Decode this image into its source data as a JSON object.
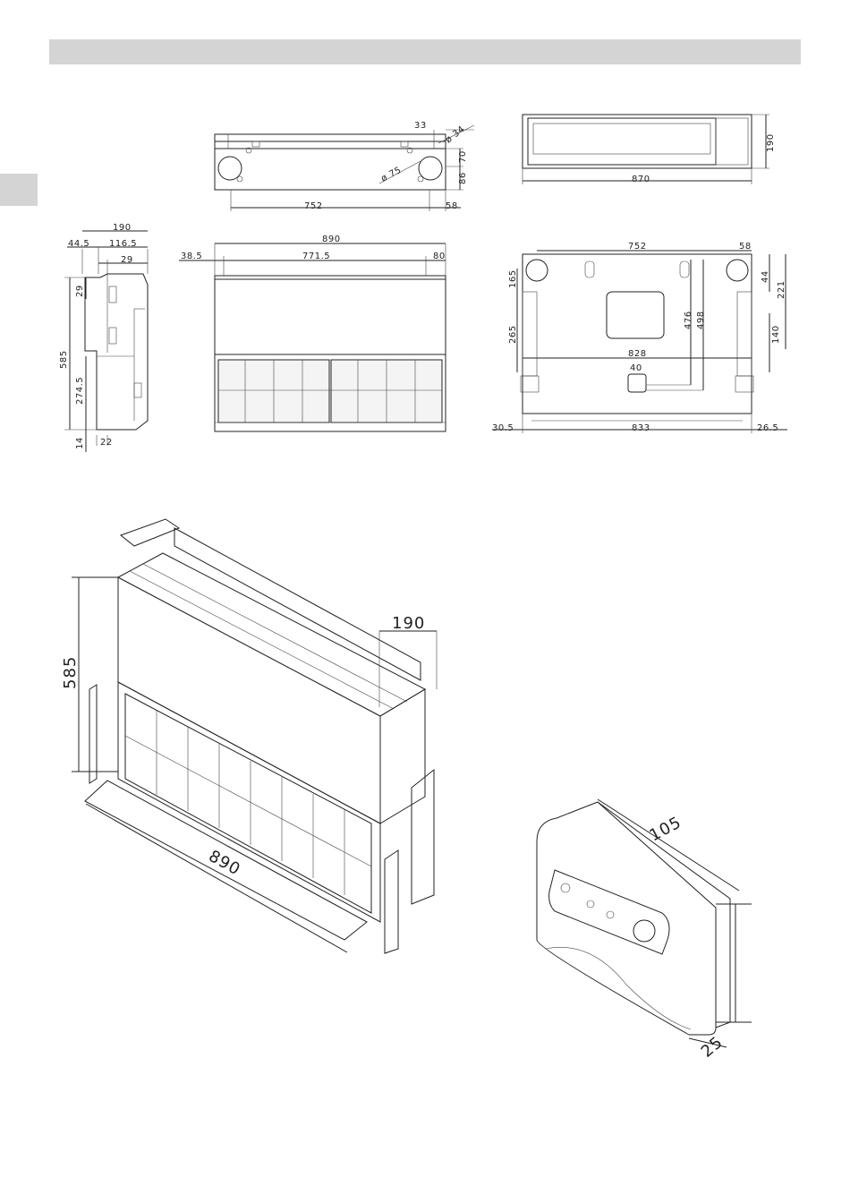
{
  "page": {
    "top_view": {
      "dims": {
        "d33": "33",
        "phi34": "ø 34",
        "d70": "70",
        "d86": "86",
        "phi75": "ø 75",
        "d752": "752",
        "d58": "58"
      }
    },
    "rear_view": {
      "dims": {
        "d190": "190",
        "d870": "870"
      }
    },
    "side_view": {
      "dims": {
        "d190": "190",
        "d44_5": "44.5",
        "d116_5": "116.5",
        "d29_top": "29",
        "d29_side": "29",
        "d585": "585",
        "d274_5": "274.5",
        "d14": "14",
        "d22": "22"
      }
    },
    "front_view": {
      "dims": {
        "d890": "890",
        "d38_5": "38.5",
        "d771_5": "771.5",
        "d80": "80"
      }
    },
    "back_view": {
      "dims": {
        "d752": "752",
        "d58": "58",
        "d165": "165",
        "d44": "44",
        "d221": "221",
        "d265": "265",
        "d476": "476",
        "d498": "498",
        "d140": "140",
        "d828": "828",
        "d40": "40",
        "d30_5": "30.5",
        "d833": "833",
        "d26_5": "26.5"
      }
    },
    "iso_view": {
      "dims": {
        "d585": "585",
        "d190": "190",
        "d890": "890"
      }
    },
    "controller_view": {
      "dims": {
        "d105": "105",
        "d25": "25"
      }
    }
  }
}
